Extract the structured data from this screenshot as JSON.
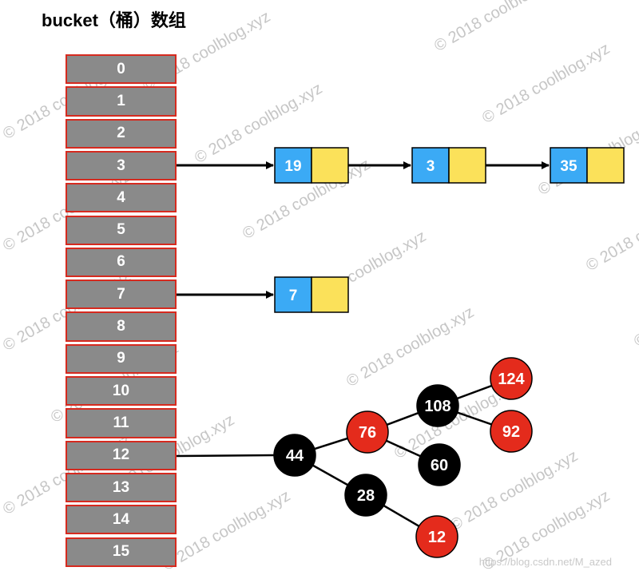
{
  "title": "bucket（桶）数组",
  "buckets": [
    "0",
    "1",
    "2",
    "3",
    "4",
    "5",
    "6",
    "7",
    "8",
    "9",
    "10",
    "11",
    "12",
    "13",
    "14",
    "15"
  ],
  "chains": [
    {
      "from_bucket": 3,
      "nodes": [
        {
          "key": "19"
        },
        {
          "key": "3"
        },
        {
          "key": "35"
        }
      ]
    },
    {
      "from_bucket": 7,
      "nodes": [
        {
          "key": "7"
        }
      ]
    }
  ],
  "tree": {
    "from_bucket": 12,
    "nodes": [
      {
        "key": "44",
        "color": "black"
      },
      {
        "key": "76",
        "color": "red",
        "parent": "44"
      },
      {
        "key": "28",
        "color": "black",
        "parent": "44"
      },
      {
        "key": "108",
        "color": "black",
        "parent": "76"
      },
      {
        "key": "60",
        "color": "black",
        "parent": "76"
      },
      {
        "key": "124",
        "color": "red",
        "parent": "108"
      },
      {
        "key": "92",
        "color": "red",
        "parent": "108"
      },
      {
        "key": "12",
        "color": "red",
        "parent": "28"
      }
    ]
  },
  "colors": {
    "bucket_fill": "#8a8a8a",
    "bucket_border": "#d62a1f",
    "key_cell": "#3baaf5",
    "value_cell": "#fbe15a",
    "tree_red": "#e42b1c",
    "tree_black": "#000000"
  },
  "watermark": "© 2018 coolblog.xyz",
  "credit": "https://blog.csdn.net/M_azed"
}
